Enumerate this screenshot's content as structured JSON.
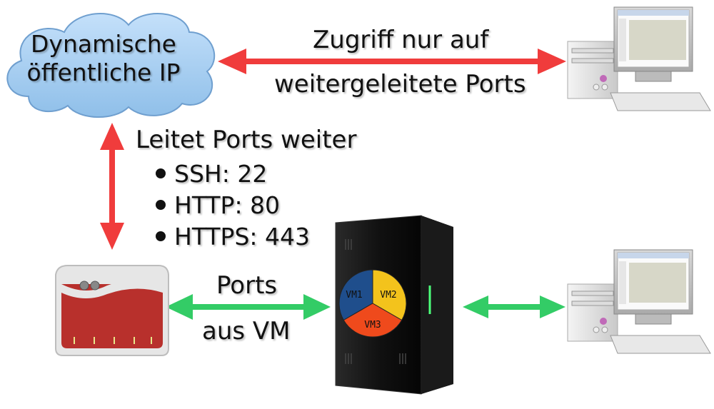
{
  "cloud": {
    "line1": "Dynamische",
    "line2": "öffentliche IP"
  },
  "top_arrow": {
    "line1": "Zugriff nur auf",
    "line2": "weitergeleitete Ports"
  },
  "forward": {
    "heading": "Leitet Ports weiter",
    "ports": [
      "SSH: 22",
      "HTTP: 80",
      "HTTPS: 443"
    ]
  },
  "router_arrow": {
    "line1": "Ports",
    "line2": "aus VM"
  },
  "server": {
    "vms": [
      "VM1",
      "VM2",
      "VM3"
    ]
  },
  "colors": {
    "red_arrow": "#f03c3c",
    "green_arrow": "#33cc66",
    "cloud": "#a8cdf0",
    "router_red": "#b8302c",
    "vm1": "#1f4e8c",
    "vm2": "#f3c31c",
    "vm3": "#ef4a1c"
  }
}
